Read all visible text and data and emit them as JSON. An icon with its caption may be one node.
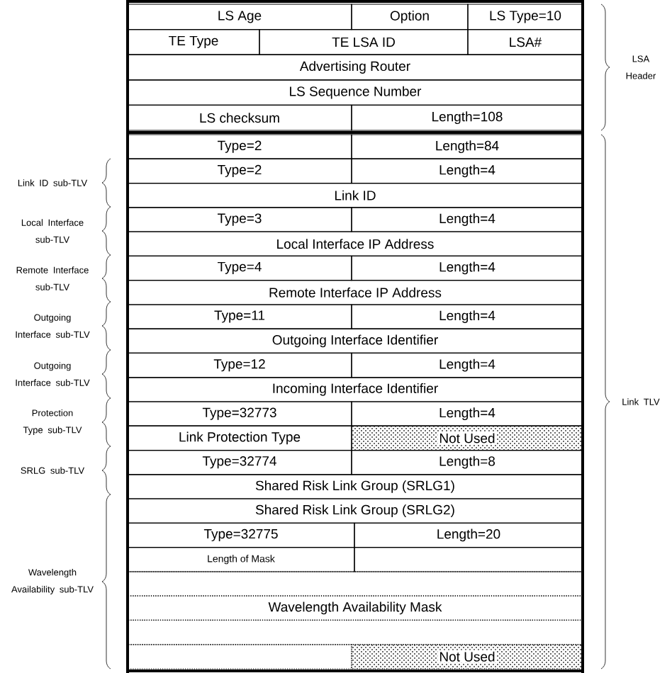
{
  "diagram": {
    "labels": [
      "LS Age",
      "Option",
      "LS Type=10",
      "TE Type",
      "TE LSA ID",
      "LSA#",
      "Advertising Router",
      "LS Sequence Number",
      "LS checksum",
      "Length=108",
      "Type=2",
      "Length=84",
      "Type=2",
      "Length=4",
      "Link ID",
      "Type=3",
      "Length=4",
      "Local Interface IP Address",
      "Type=4",
      "Length=4",
      "Remote Interface IP Address",
      "Type=11",
      "Length=4",
      "Outgoing Interface Identifier",
      "Type=12",
      "Length=4",
      "Incoming Interface Identifier",
      "Type=32773",
      "Length=4",
      "Link Protection Type",
      "Not Used",
      "Type=32774",
      "Length=8",
      "Shared Risk Link Group (SRLG1)",
      "Shared Risk Link Group (SRLG2)",
      "Type=32775",
      "Length=20",
      "Length of Mask",
      "Wavelength Availability Mask",
      "Not Used",
      "LSA Header",
      "Link ID sub-TLV",
      "Local Interface sub-TLV",
      "Remote Interface sub-TLV",
      "Outgoing Interface sub-TLV",
      "Outgoing Interface sub-TLV",
      "Protection Type sub-TLV",
      "SRLG sub-TLV",
      "Wavelength Availability sub-TLV",
      "Link TLV"
    ]
  }
}
